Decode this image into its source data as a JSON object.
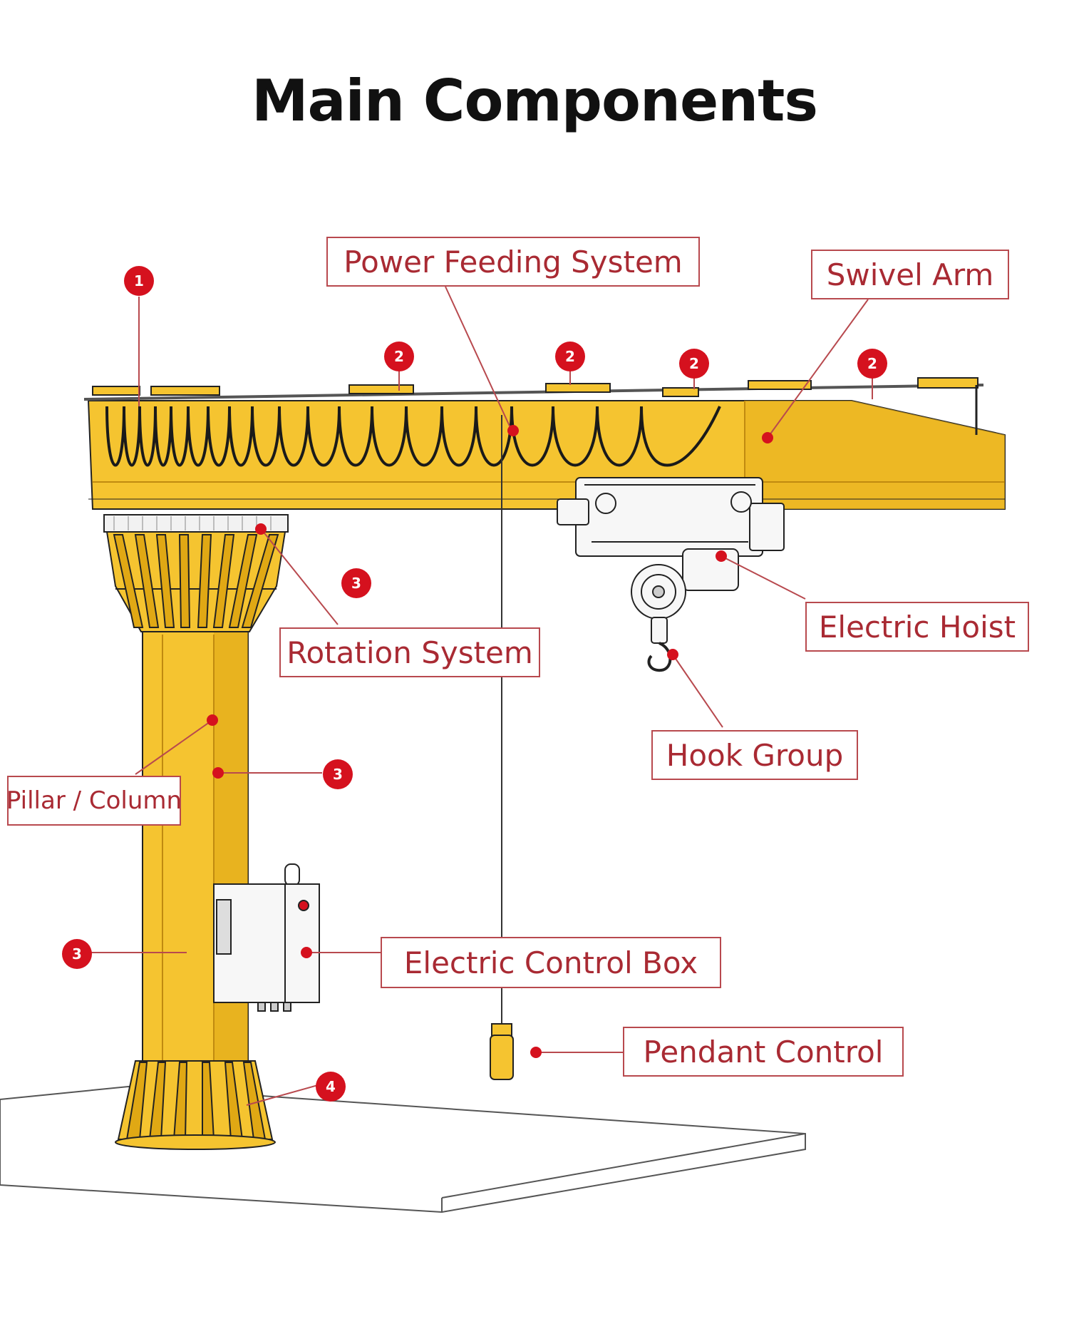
{
  "title": "Main Components",
  "labels": {
    "power_feeding_system": "Power Feeding System",
    "swivel_arm": "Swivel Arm",
    "electric_hoist": "Electric Hoist",
    "rotation_system": "Rotation System",
    "hook_group": "Hook Group",
    "pillar_column": "Pillar / Column",
    "electric_control_box": "Electric Control Box",
    "pendant_control": "Pendant Control"
  },
  "badges": {
    "b1": "1",
    "b2a": "2",
    "b2b": "2",
    "b2c": "2",
    "b2d": "2",
    "b3a": "3",
    "b3b": "3",
    "b3c": "3",
    "b4": "4"
  },
  "colors": {
    "crane_yellow": "#f5c430",
    "crane_shadow": "#e0a814",
    "label_border": "#b8494e",
    "label_text": "#a92a33",
    "badge_red": "#d5111e",
    "ink": "#1a1a1a"
  }
}
